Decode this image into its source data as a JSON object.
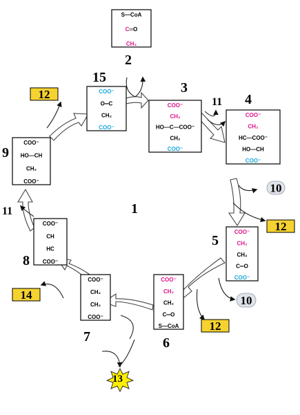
{
  "colors": {
    "pink": "#e0148c",
    "cyan": "#1aa7d8",
    "black": "#000000",
    "badge_yellow": "#f5d230",
    "badge_grey": "#dfe3ea",
    "star": "#ffee00"
  },
  "center_label": "1",
  "acetyl": {
    "number": "2",
    "lines": [
      [
        {
          "t": "S",
          "c": "black"
        },
        {
          "t": "—CoA",
          "c": "black"
        }
      ],
      [
        {
          "t": "C",
          "c": "pink"
        },
        {
          "t": "═O",
          "c": "black"
        }
      ],
      [
        {
          "t": "CH₃",
          "c": "pink"
        }
      ]
    ]
  },
  "molecules": [
    {
      "id": "oxaloacetate",
      "number": "15",
      "lines": [
        [
          {
            "t": "COO⁻",
            "c": "cyan"
          }
        ],
        [
          {
            "t": "O═C",
            "c": "black"
          }
        ],
        [
          {
            "t": "CH₂",
            "c": "black"
          }
        ],
        [
          {
            "t": "COO⁻",
            "c": "cyan"
          }
        ]
      ]
    },
    {
      "id": "citrate",
      "number": "3",
      "lines": [
        [
          {
            "t": "COO⁻",
            "c": "pink"
          }
        ],
        [
          {
            "t": "CH₂",
            "c": "pink"
          }
        ],
        [
          {
            "t": "HO—C—COO⁻",
            "c": "black"
          }
        ],
        [
          {
            "t": "CH₂",
            "c": "black"
          }
        ],
        [
          {
            "t": "COO⁻",
            "c": "cyan"
          }
        ]
      ]
    },
    {
      "id": "isocitrate",
      "number": "4",
      "lines": [
        [
          {
            "t": "COO⁻",
            "c": "pink"
          }
        ],
        [
          {
            "t": "CH₂",
            "c": "pink"
          }
        ],
        [
          {
            "t": "HC—COO⁻",
            "c": "black"
          }
        ],
        [
          {
            "t": "HO—CH",
            "c": "black"
          }
        ],
        [
          {
            "t": "COO⁻",
            "c": "cyan"
          }
        ]
      ]
    },
    {
      "id": "alpha-ketoglutarate",
      "number": "5",
      "lines": [
        [
          {
            "t": "COO⁻",
            "c": "pink"
          }
        ],
        [
          {
            "t": "CH₂",
            "c": "pink"
          }
        ],
        [
          {
            "t": "CH₂",
            "c": "black"
          }
        ],
        [
          {
            "t": "C═O",
            "c": "black"
          }
        ],
        [
          {
            "t": "COO⁻",
            "c": "cyan"
          }
        ]
      ]
    },
    {
      "id": "succinyl-coa",
      "number": "6",
      "lines": [
        [
          {
            "t": "COO⁻",
            "c": "pink"
          }
        ],
        [
          {
            "t": "CH₂",
            "c": "pink"
          }
        ],
        [
          {
            "t": "CH₂",
            "c": "black"
          }
        ],
        [
          {
            "t": "C═O",
            "c": "black"
          }
        ],
        [
          {
            "t": "S—CoA",
            "c": "black"
          }
        ]
      ]
    },
    {
      "id": "succinate",
      "number": "7",
      "lines": [
        [
          {
            "t": "COO⁻",
            "c": "black"
          }
        ],
        [
          {
            "t": "CH₂",
            "c": "black"
          }
        ],
        [
          {
            "t": "CH₂",
            "c": "black"
          }
        ],
        [
          {
            "t": "COO⁻",
            "c": "black"
          }
        ]
      ]
    },
    {
      "id": "fumarate",
      "number": "8",
      "lines": [
        [
          {
            "t": "COO⁻",
            "c": "black"
          }
        ],
        [
          {
            "t": "CH",
            "c": "black"
          }
        ],
        [
          {
            "t": "HC",
            "c": "black"
          }
        ],
        [
          {
            "t": "COO⁻",
            "c": "black"
          }
        ]
      ]
    },
    {
      "id": "malate",
      "number": "9",
      "lines": [
        [
          {
            "t": "COO⁻",
            "c": "black"
          }
        ],
        [
          {
            "t": "HO—CH",
            "c": "black"
          }
        ],
        [
          {
            "t": "CH₂",
            "c": "black"
          }
        ],
        [
          {
            "t": "COO⁻",
            "c": "black"
          }
        ]
      ]
    }
  ],
  "step_labels": [
    {
      "id": "water-in-aconitase",
      "text": "11"
    },
    {
      "id": "water-in-fumarase",
      "text": "11"
    }
  ],
  "badges": [
    {
      "id": "nadh-malate",
      "text": "12",
      "style": "yellow"
    },
    {
      "id": "co2-isocitrate",
      "text": "10",
      "style": "grey"
    },
    {
      "id": "nadh-isocitrate",
      "text": "12",
      "style": "yellow"
    },
    {
      "id": "co2-ketoglutarate",
      "text": "10",
      "style": "grey"
    },
    {
      "id": "nadh-ketoglutarate",
      "text": "12",
      "style": "yellow"
    },
    {
      "id": "fadh2-succinate",
      "text": "14",
      "style": "yellow"
    }
  ],
  "star_label": "13"
}
